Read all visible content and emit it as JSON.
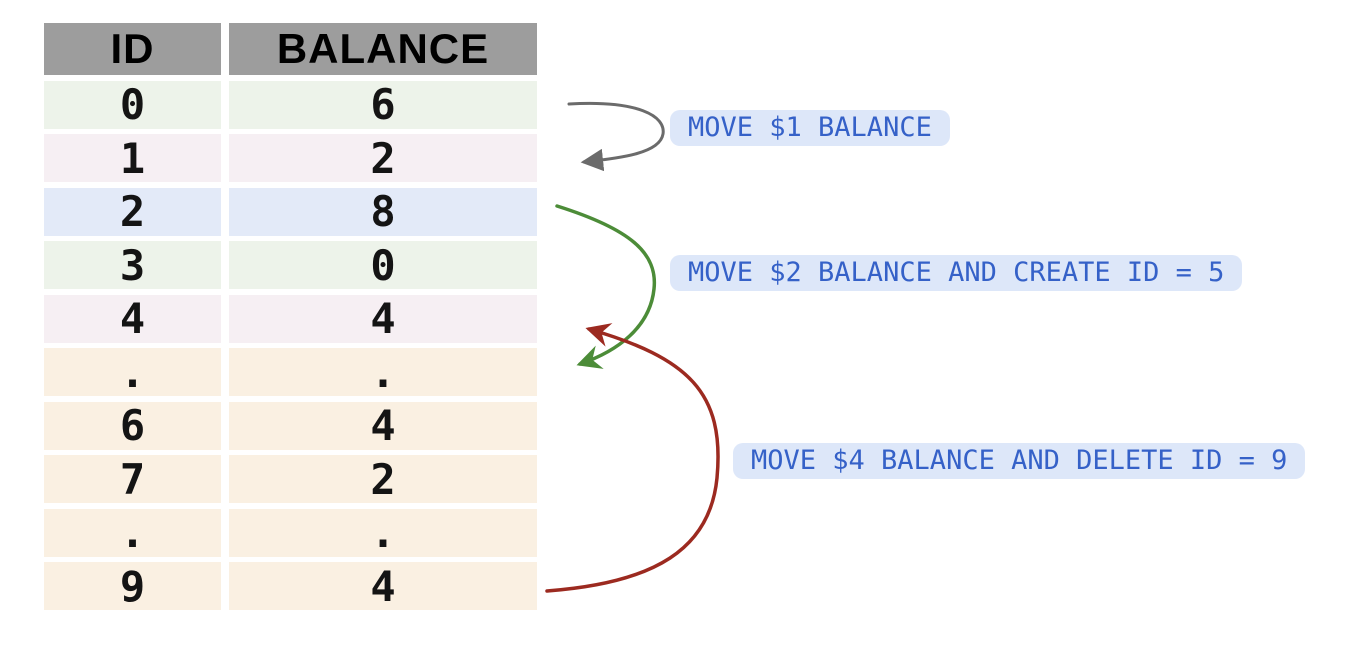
{
  "table": {
    "headers": [
      "ID",
      "BALANCE"
    ],
    "rows": [
      {
        "id": "0",
        "balance": "6",
        "color": "green"
      },
      {
        "id": "1",
        "balance": "2",
        "color": "pink"
      },
      {
        "id": "2",
        "balance": "8",
        "color": "blue"
      },
      {
        "id": "3",
        "balance": "0",
        "color": "green"
      },
      {
        "id": "4",
        "balance": "4",
        "color": "pink"
      },
      {
        "id": ".",
        "balance": ".",
        "color": "cream"
      },
      {
        "id": "6",
        "balance": "4",
        "color": "cream"
      },
      {
        "id": "7",
        "balance": "2",
        "color": "cream"
      },
      {
        "id": ".",
        "balance": ".",
        "color": "cream"
      },
      {
        "id": "9",
        "balance": "4",
        "color": "cream"
      }
    ]
  },
  "annotations": [
    {
      "label": "MOVE $1 BALANCE",
      "arrow_color": "#6b6b6b",
      "arrow_from": "row id 0",
      "arrow_to": "row id 1"
    },
    {
      "label": "MOVE $2 BALANCE AND CREATE ID = 5",
      "arrow_color": "#4c8c38",
      "arrow_from": "row id 2",
      "arrow_to": "dot row below id 4"
    },
    {
      "label": "MOVE $4 BALANCE AND DELETE ID = 9",
      "arrow_color": "#9c2a20",
      "arrow_from": "row id 9",
      "arrow_to": "row id 4"
    }
  ],
  "colors": {
    "header_bg": "#9d9d9d",
    "row_green": "#edf3ea",
    "row_pink": "#f6eff3",
    "row_blue": "#e3eaf8",
    "row_cream": "#faf0e2",
    "label_bg": "#dde7f9",
    "label_text": "#3561c8"
  }
}
